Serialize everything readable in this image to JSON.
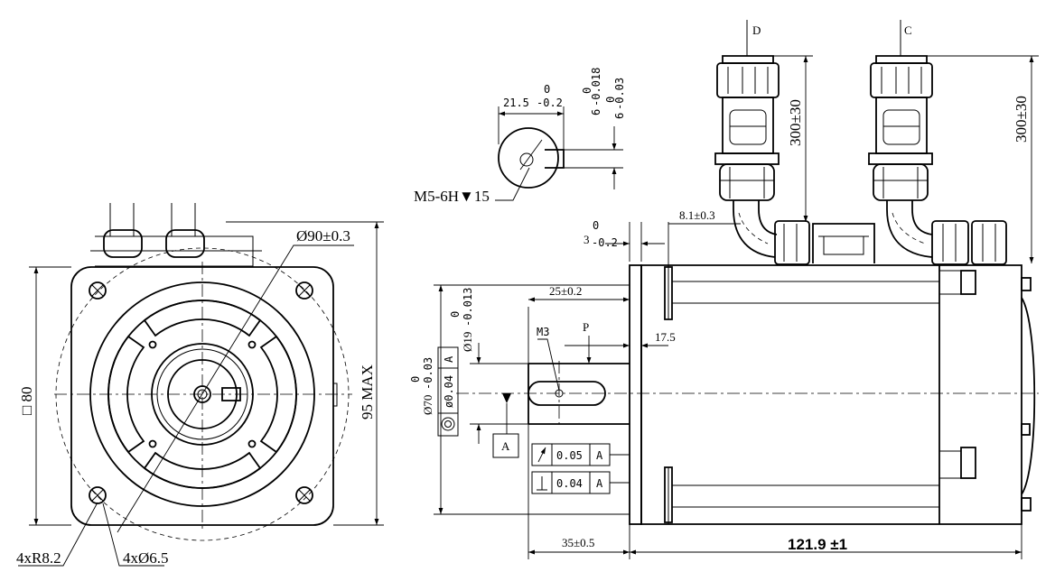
{
  "labels": {
    "square_80": "□ 80",
    "max95": "95 MAX",
    "dia90": "Ø90±0.3",
    "r82": "4xR8.2",
    "d65": "4xØ6.5",
    "key_w": "21.5",
    "key_w_tol": "-0.2",
    "key_w_up": "0",
    "shaft6a": "6",
    "shaft6a_tol": "-0.018",
    "shaft6b": "6",
    "shaft6b_tol": "-0.03",
    "tol_up0": "0",
    "m5": "M5-6H▼15",
    "conn_d": "D",
    "conn_c": "C",
    "cable_d": "300±30",
    "cable_c": "300±30",
    "d81": "8.1±0.3",
    "d3": "3",
    "d3_tol": "-0.2",
    "d25": "25±0.2",
    "d175": "17.5",
    "m3": "M3",
    "p": "P",
    "d19": "Ø19",
    "d19_tol": "-0.013",
    "d70": "Ø70",
    "d70_tol": "-0.03",
    "datum_a": "A",
    "gdt_conc_val": "ø0.04",
    "gdt_runout_val": "0.05",
    "gdt_perp_val": "0.04",
    "d35": "35±0.5",
    "d1219": "121.9 ±1"
  }
}
